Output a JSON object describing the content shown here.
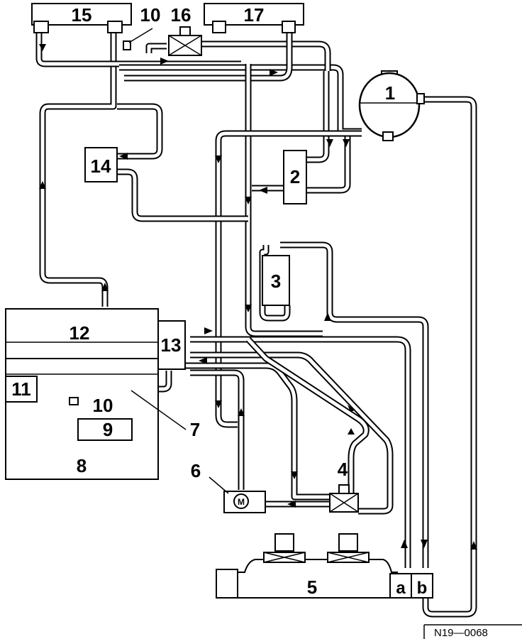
{
  "labels": {
    "c1": "1",
    "c2": "2",
    "c3": "3",
    "c4": "4",
    "c5": "5",
    "c6": "6",
    "c7": "7",
    "c8": "8",
    "c9": "9",
    "c10a": "10",
    "c10b": "10",
    "c11": "11",
    "c12": "12",
    "c13": "13",
    "c14": "14",
    "c15": "15",
    "c16": "16",
    "c17": "17",
    "ca": "a",
    "cb": "b"
  },
  "reference": "N19—0068"
}
